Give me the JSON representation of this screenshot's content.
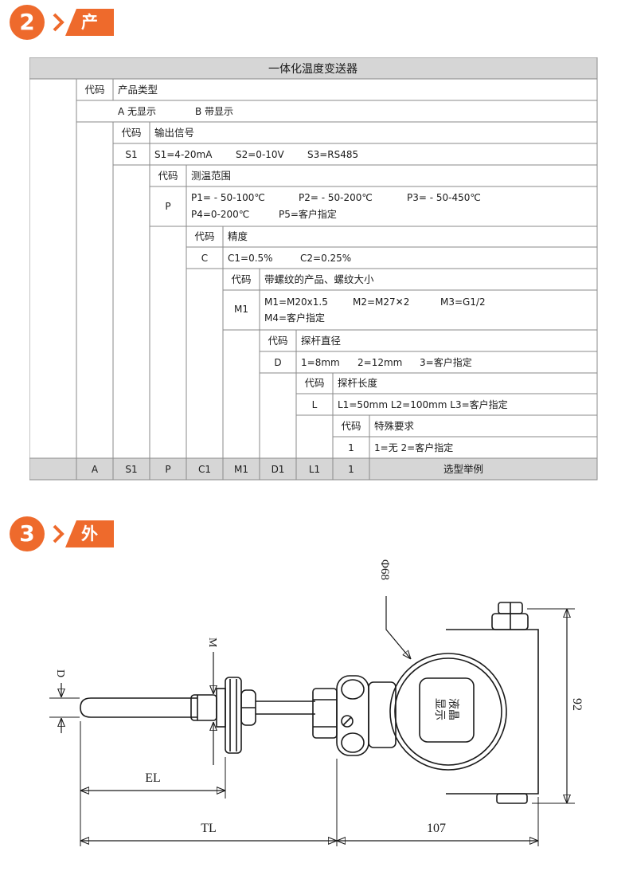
{
  "section2": {
    "number": "2",
    "title": "产品选型"
  },
  "section3": {
    "number": "3",
    "title": "外型尺寸示意图"
  },
  "table": {
    "title": "一体化温度变送器",
    "code_label": "代码",
    "product_type": {
      "label": "产品类型",
      "opt_a": "A 无显示",
      "opt_b": "B 带显示"
    },
    "output": {
      "label": "输出信号",
      "code": "S1",
      "opts": [
        "S1=4-20mA",
        "S2=0-10V",
        "S3=RS485"
      ]
    },
    "range": {
      "label": "测温范围",
      "code": "P",
      "line1": [
        "P1= - 50-100℃",
        "P2= - 50-200℃",
        "P3= - 50-450℃"
      ],
      "line2": [
        "P4=0-200℃",
        "P5=客户指定"
      ]
    },
    "accuracy": {
      "label": "精度",
      "code": "C",
      "opts": [
        "C1=0.5%",
        "C2=0.25%"
      ]
    },
    "thread": {
      "label": "带螺纹的产品、螺纹大小",
      "code": "M1",
      "line1": [
        "M1=M20x1.5",
        "M2=M27✕2",
        "M3=G1/2"
      ],
      "line2": "M4=客户指定"
    },
    "diameter": {
      "label": "探杆直径",
      "code": "D",
      "opts": [
        "1=8mm",
        "2=12mm",
        "3=客户指定"
      ]
    },
    "length": {
      "label": "探杆长度",
      "code": "L",
      "text": "L1=50mm  L2=100mm  L3=客户指定"
    },
    "special": {
      "label": "特殊要求",
      "code": "1",
      "text": "1=无   2=客户指定"
    },
    "example": {
      "codes": [
        "A",
        "S1",
        "P",
        "C1",
        "M1",
        "D1",
        "L1",
        "1"
      ],
      "label": "选型举例"
    }
  },
  "drawing": {
    "dims": {
      "phi": "Φ68",
      "m": "M",
      "d": "D",
      "el": "EL",
      "tl": "TL",
      "w": "107",
      "h": "92"
    },
    "display_text": [
      "液晶",
      "显示"
    ]
  }
}
